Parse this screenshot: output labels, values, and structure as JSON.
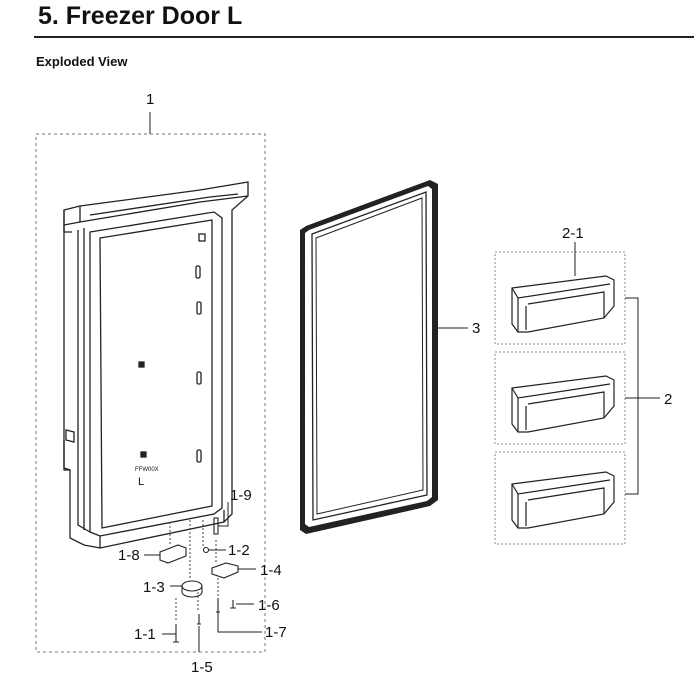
{
  "header": {
    "title": "5.  Freezer Door L",
    "subtitle": "Exploded View"
  },
  "door_marking": {
    "line1": "FFW00X",
    "line2": "L"
  },
  "callouts": {
    "c1": "1",
    "c1_9": "1-9",
    "c1_8": "1-8",
    "c1_2": "1-2",
    "c1_3": "1-3",
    "c1_4": "1-4",
    "c1_6": "1-6",
    "c1_1": "1-1",
    "c1_7": "1-7",
    "c1_5": "1-5",
    "c3": "3",
    "c2_1": "2-1",
    "c2": "2"
  }
}
